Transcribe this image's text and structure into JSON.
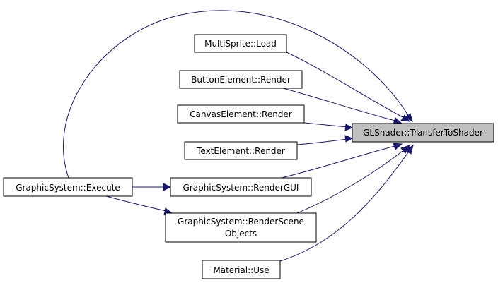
{
  "colors": {
    "edge": "#191970",
    "root_fill": "#bfbfbf",
    "node_fill": "#ffffff",
    "border": "#000000"
  },
  "nodes": {
    "root": {
      "label": "GLShader::TransferToShader"
    },
    "multisprite_load": {
      "label": "MultiSprite::Load"
    },
    "buttonelement_render": {
      "label": "ButtonElement::Render"
    },
    "canvaselement_render": {
      "label": "CanvasElement::Render"
    },
    "textelement_render": {
      "label": "TextElement::Render"
    },
    "graphicsystem_rendergui": {
      "label": "GraphicSystem::RenderGUI"
    },
    "graphicsystem_execute": {
      "label": "GraphicSystem::Execute"
    },
    "graphicsystem_renderscene": {
      "label_line1": "GraphicSystem::RenderScene",
      "label_line2": "Objects"
    },
    "material_use": {
      "label": "Material::Use"
    }
  },
  "edges": [
    {
      "from": "multisprite_load",
      "to": "root"
    },
    {
      "from": "buttonelement_render",
      "to": "root"
    },
    {
      "from": "canvaselement_render",
      "to": "root"
    },
    {
      "from": "textelement_render",
      "to": "root"
    },
    {
      "from": "graphicsystem_rendergui",
      "to": "root"
    },
    {
      "from": "graphicsystem_renderscene",
      "to": "root"
    },
    {
      "from": "material_use",
      "to": "root"
    },
    {
      "from": "graphicsystem_execute",
      "to": "root"
    },
    {
      "from": "graphicsystem_execute",
      "to": "graphicsystem_rendergui"
    },
    {
      "from": "graphicsystem_execute",
      "to": "graphicsystem_renderscene"
    }
  ]
}
